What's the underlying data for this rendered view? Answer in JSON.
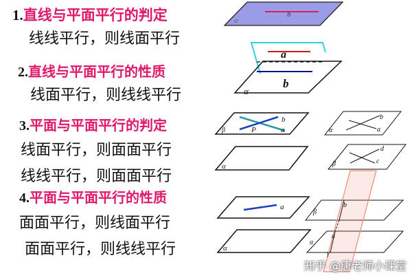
{
  "theorems": [
    {
      "number": "1.",
      "title": "直线与平面平行的判定",
      "lines": [
        "线线平行，则线面平行"
      ]
    },
    {
      "number": "2.",
      "title": "直线与平面平行的性质",
      "lines": [
        "线面平行，则线线平行"
      ]
    },
    {
      "number": "3.",
      "title": "平面与平面平行的判定",
      "lines": [
        "线面平行，则面面平行",
        "线线平行，则面面平行"
      ]
    },
    {
      "number": "4.",
      "title": "平面与平面平行的性质",
      "lines": [
        "面面平行，则线面平行",
        "面面平行，则线线平行"
      ]
    }
  ],
  "figure_labels": {
    "b": "b",
    "a": "a",
    "alpha": "α",
    "beta": "β",
    "gamma": "γ",
    "P": "P",
    "c": "c",
    "d": "d"
  },
  "watermark": "知乎 @唐老师小课堂",
  "colors": {
    "heading": "#e0186c",
    "plane1_fill": "#9a9ce6",
    "line_magenta": "#e0186c",
    "line_red": "#d01818",
    "line_navy": "#0c1488",
    "plane_cyan": "#2ed0e0",
    "line_teal": "#2a9a9a",
    "line_blue": "#1a40c0",
    "plane_salmon": "#f08878"
  }
}
